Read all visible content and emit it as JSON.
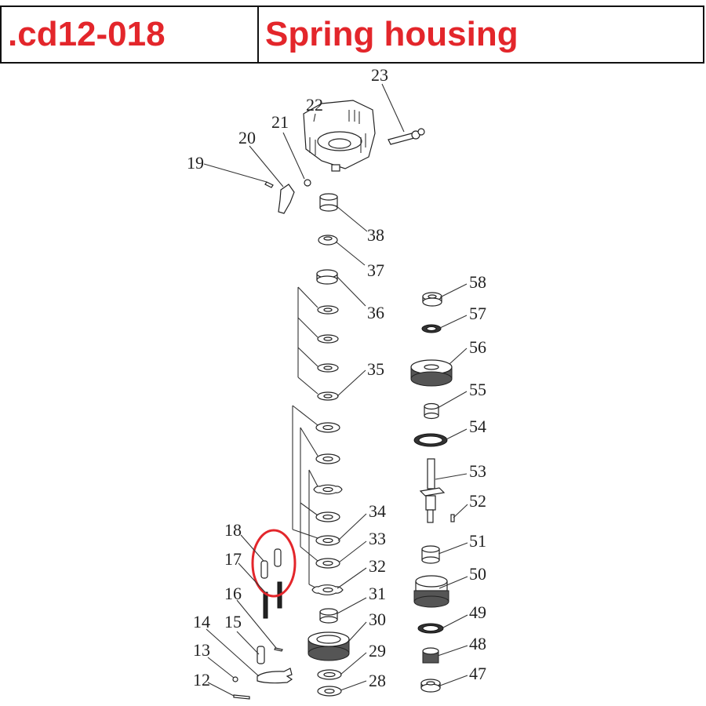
{
  "header": {
    "part_code": ".cd12-018",
    "title": "Spring housing",
    "title_color": "#e3262b"
  },
  "diagram": {
    "highlight_color": "#e3262b",
    "highlighted_parts": [
      "17",
      "18"
    ],
    "callouts": [
      {
        "id": "12",
        "label": "12"
      },
      {
        "id": "13",
        "label": "13"
      },
      {
        "id": "14",
        "label": "14"
      },
      {
        "id": "15",
        "label": "15"
      },
      {
        "id": "16",
        "label": "16"
      },
      {
        "id": "17",
        "label": "17"
      },
      {
        "id": "18",
        "label": "18"
      },
      {
        "id": "19",
        "label": "19"
      },
      {
        "id": "20",
        "label": "20"
      },
      {
        "id": "21",
        "label": "21"
      },
      {
        "id": "22",
        "label": "22"
      },
      {
        "id": "23",
        "label": "23"
      },
      {
        "id": "28",
        "label": "28"
      },
      {
        "id": "29",
        "label": "29"
      },
      {
        "id": "30",
        "label": "30"
      },
      {
        "id": "31",
        "label": "31"
      },
      {
        "id": "32",
        "label": "32"
      },
      {
        "id": "33",
        "label": "33"
      },
      {
        "id": "34",
        "label": "34"
      },
      {
        "id": "35",
        "label": "35"
      },
      {
        "id": "36",
        "label": "36"
      },
      {
        "id": "37",
        "label": "37"
      },
      {
        "id": "38",
        "label": "38"
      },
      {
        "id": "47",
        "label": "47"
      },
      {
        "id": "48",
        "label": "48"
      },
      {
        "id": "49",
        "label": "49"
      },
      {
        "id": "50",
        "label": "50"
      },
      {
        "id": "51",
        "label": "51"
      },
      {
        "id": "52",
        "label": "52"
      },
      {
        "id": "53",
        "label": "53"
      },
      {
        "id": "54",
        "label": "54"
      },
      {
        "id": "55",
        "label": "55"
      },
      {
        "id": "56",
        "label": "56"
      },
      {
        "id": "57",
        "label": "57"
      },
      {
        "id": "58",
        "label": "58"
      }
    ]
  }
}
